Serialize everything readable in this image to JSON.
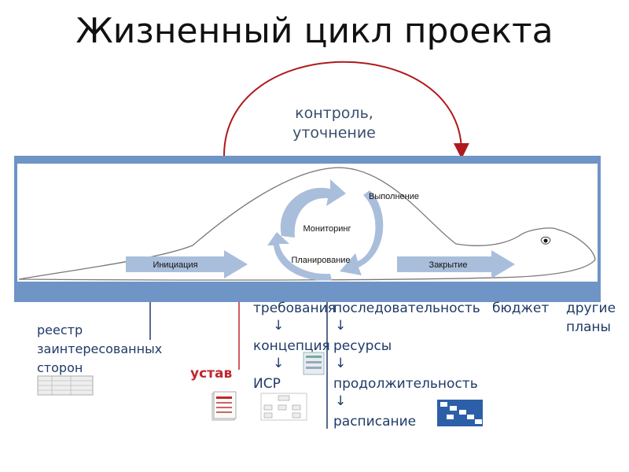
{
  "title": "Жизненный цикл проекта",
  "control": {
    "line1": "контроль,",
    "line2": "уточнение"
  },
  "phases": {
    "initiation": "Инициация",
    "planning": "Планирование",
    "monitoring": "Мониторинг",
    "execution": "Выполнение",
    "closing": "Закрытие"
  },
  "artifacts": {
    "stakeholder_register": "реестр заинтересованных сторон",
    "charter": "устав",
    "requirements": "требования",
    "concept": "концепция",
    "wbs": "ИСР",
    "sequence": "последовательность",
    "resources": "ресурсы",
    "duration": "продолжительность",
    "schedule": "расписание",
    "budget": "бюджет",
    "other_plans": "другие планы",
    "arrow": "↓"
  },
  "colors": {
    "band": "#6f94c6",
    "arc": "#b0181d",
    "phase_arrow": "#a9bedb",
    "text_blue": "#1f3a68",
    "charter": "#c0262d"
  }
}
